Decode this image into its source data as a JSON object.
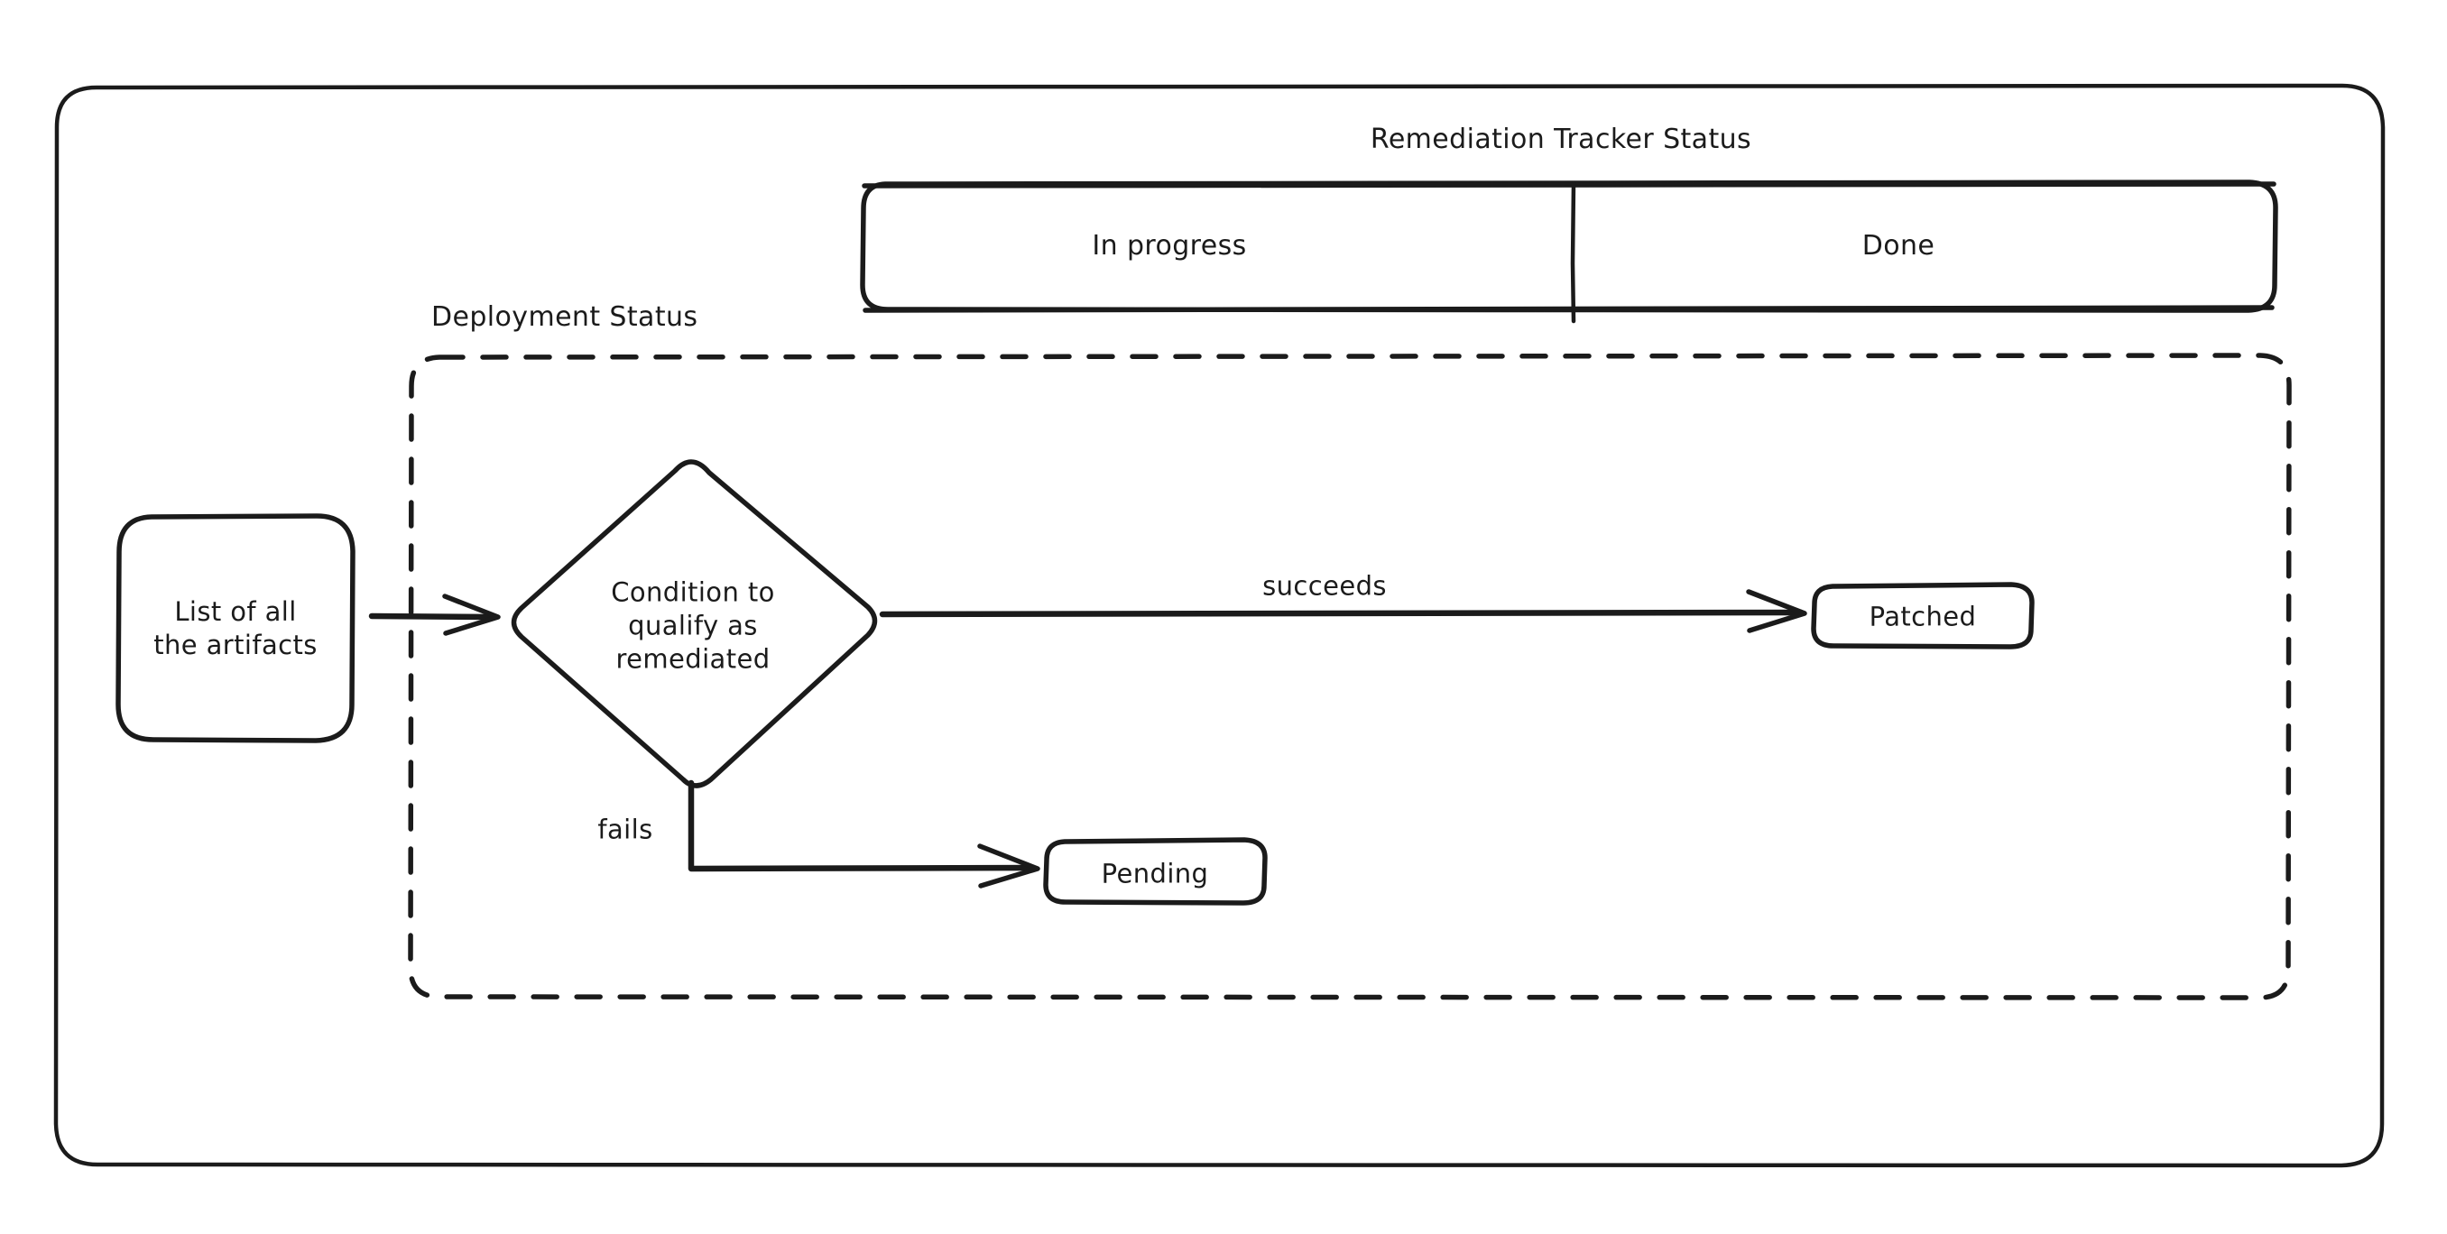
{
  "diagram": {
    "title": "Remediation Tracker Status",
    "type": "flowchart",
    "accent_color": "#1b1b1b",
    "background_color": "#ffffff"
  },
  "tracker_bar": {
    "label": "Remediation Tracker Status",
    "lanes": [
      {
        "name": "in-progress",
        "label": "In progress"
      },
      {
        "name": "done",
        "label": "Done"
      }
    ]
  },
  "deployment_group": {
    "label": "Deployment Status",
    "border_style": "dashed"
  },
  "nodes": {
    "artifacts": {
      "label": "List of all\nthe artifacts",
      "shape": "rounded-rect"
    },
    "condition": {
      "label": "Condition to\nqualify as\nremediated",
      "shape": "diamond"
    },
    "patched": {
      "label": "Patched",
      "shape": "rounded-rect"
    },
    "pending": {
      "label": "Pending",
      "shape": "rounded-rect"
    }
  },
  "edges": [
    {
      "name": "artifacts-to-condition",
      "label": ""
    },
    {
      "name": "condition-to-patched",
      "label": "succeeds"
    },
    {
      "name": "condition-to-pending",
      "label": "fails"
    }
  ]
}
